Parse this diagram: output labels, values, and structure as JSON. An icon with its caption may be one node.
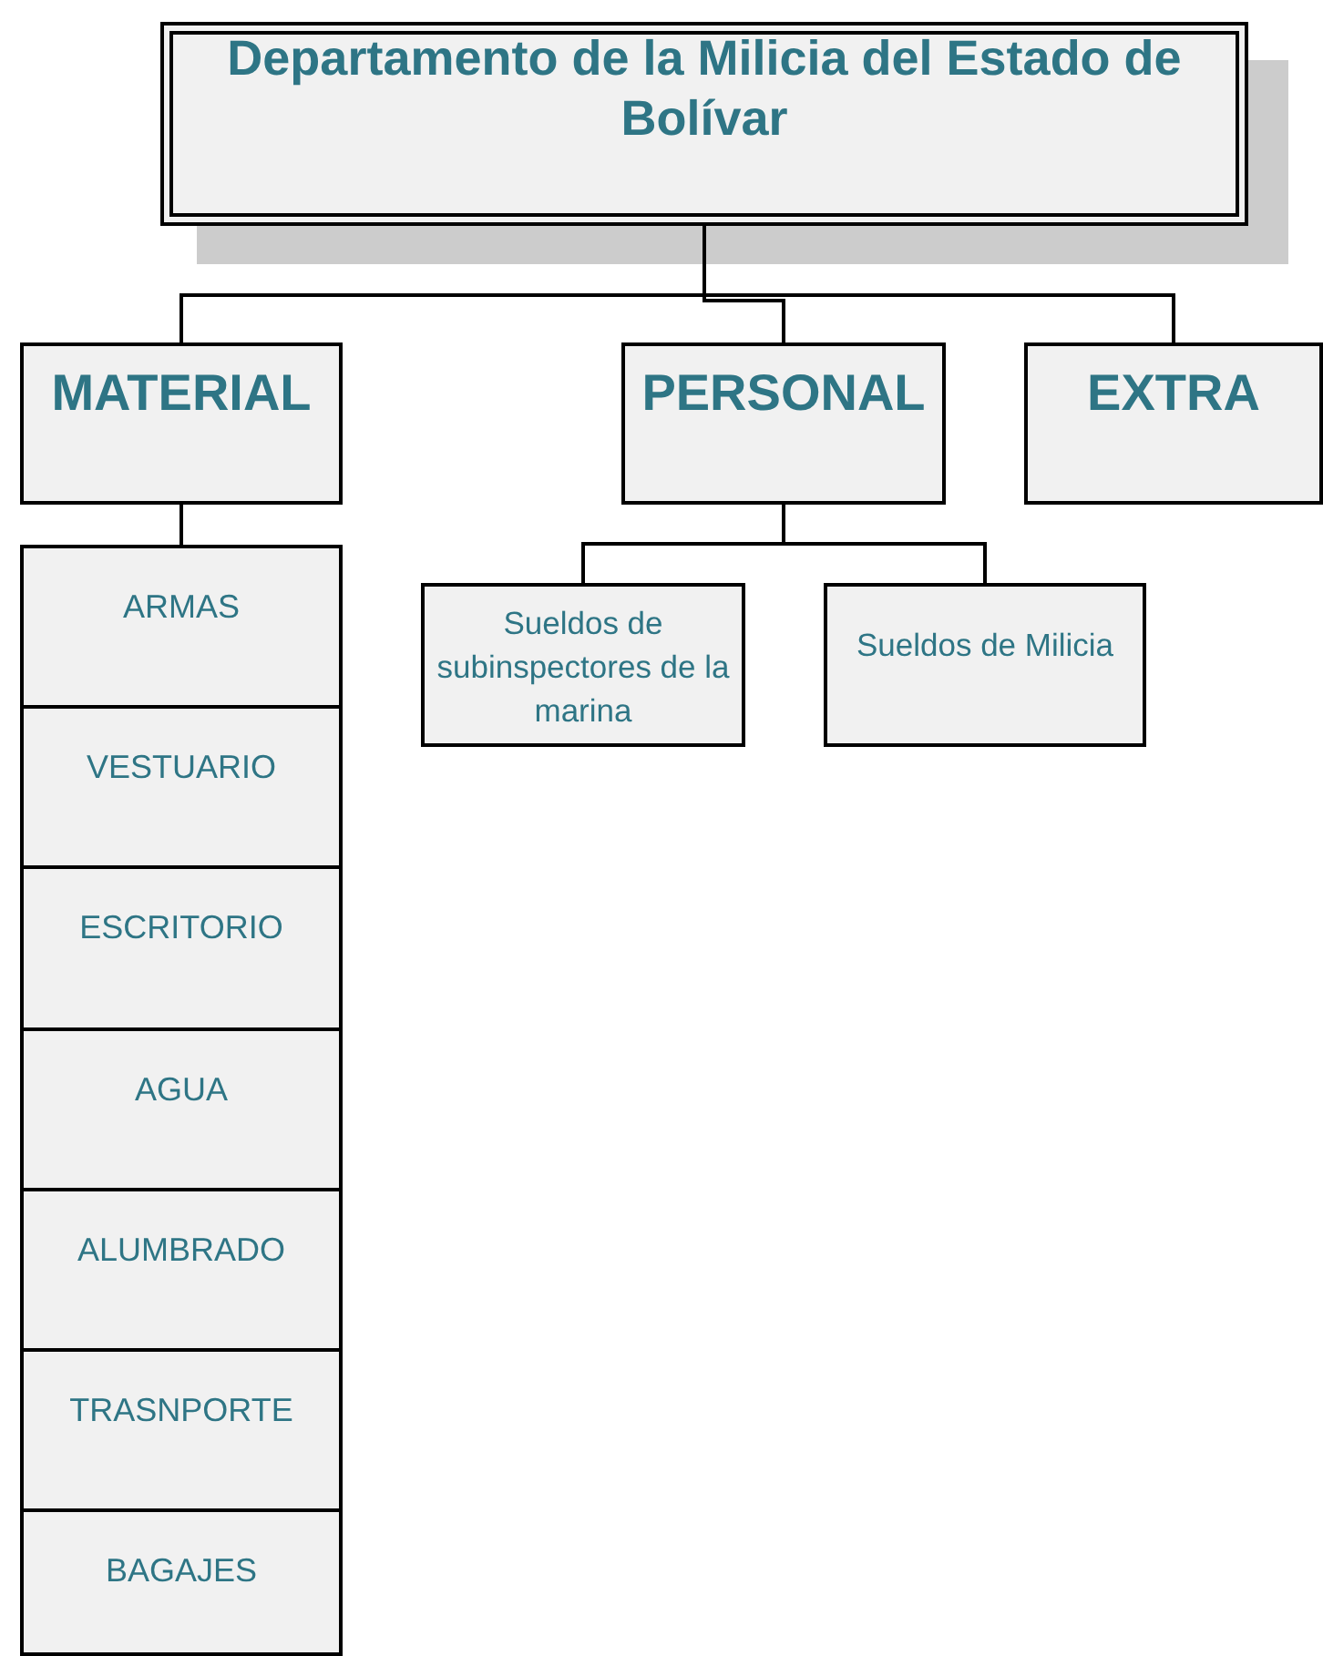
{
  "diagram": {
    "nodes": [
      {
        "text": [
          "Departamento de la Milicia del Estado de Bolívar"
        ]
      },
      {
        "text": [
          "MATERIAL"
        ]
      },
      {
        "text": [
          "PERSONAL"
        ]
      },
      {
        "text": [
          "EXTRA"
        ]
      },
      {
        "text": [
          "ARMAS"
        ]
      },
      {
        "text": [
          "VESTUARIO"
        ]
      },
      {
        "text": [
          "ESCRITORIO"
        ]
      },
      {
        "text": [
          "AGUA"
        ]
      },
      {
        "text": [
          "ALUMBRADO"
        ]
      },
      {
        "text": [
          "TRASNPORTE"
        ]
      },
      {
        "text": [
          "BAGAJES"
        ]
      },
      {
        "text": [
          "Sueldos de subinspectores de la marina"
        ]
      },
      {
        "text": [
          "Sueldos de Milicia"
        ]
      }
    ],
    "edges": [
      {
        "from": 0,
        "to": 1,
        "arrow": "none"
      },
      {
        "from": 0,
        "to": 2,
        "arrow": "none"
      },
      {
        "from": 0,
        "to": 3,
        "arrow": "none"
      },
      {
        "from": 1,
        "to": 4,
        "arrow": "none"
      },
      {
        "from": 2,
        "to": 11,
        "arrow": "none"
      },
      {
        "from": 2,
        "to": 12,
        "arrow": "none"
      }
    ]
  }
}
